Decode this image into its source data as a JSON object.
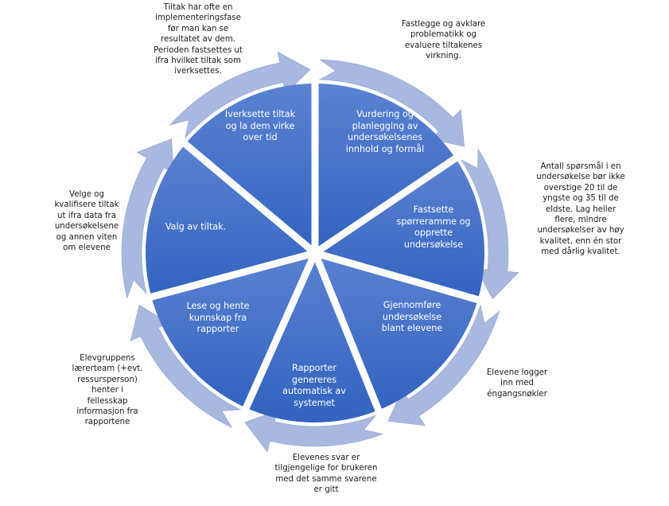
{
  "diagram": {
    "colors": {
      "segment_fill_top": "#5b82d2",
      "segment_fill_bottom": "#3263bf",
      "ring_fill": "#a9b8de",
      "ring_fill_dark": "#8ea2d4",
      "separator": "#ffffff",
      "note_text": "#1a1a1a",
      "segment_text": "#ffffff"
    },
    "segments": [
      {
        "label": "Vurdering og\nplanlegging av\nundersøkelsenes\ninnhold og formål"
      },
      {
        "label": "Fastsette\nspørreramme og\nopprette\nundersøkelse"
      },
      {
        "label": "Gjennomføre\nundersøkelse\nblant elevene"
      },
      {
        "label": "Rapporter\ngenereres\nautomatisk av\nsystemet"
      },
      {
        "label": "Lese og hente\nkunnskap fra\nrapporter"
      },
      {
        "label": "Valg av tiltak."
      },
      {
        "label": "Iverksette tiltak\nog la dem virke\nover tid"
      }
    ],
    "notes": [
      {
        "text": "Fastlegge og avklare\nproblematikk og\nevaluere tiltakenes\nvirkning."
      },
      {
        "text": "Antall spørsmål i en\nundersøkelse bør ikke\noverstige 20 til de\nyngste og 35 til de\neldste. Lag heller\nflere, mindre\nundersøkelser av høy\nkvalitet, enn én stor\nmed dårlig kvalitet."
      },
      {
        "text": "Elevene logger\ninn med\néngangsnøkler"
      },
      {
        "text": "Elevenes svar er\ntilgjengelige for brukeren\nmed det samme svarene\ner gitt"
      },
      {
        "text": "Elevgruppens\nlærerteam (+evt.\nressursperson)\nhenter i\nfellesskap\ninformasjon fra\nrapportene"
      },
      {
        "text": "Velge og\nkvalifisere tiltak\nut ifra data fra\nundersøkelsene\nog annen viten\nom elevene"
      },
      {
        "text": "Tiltak har ofte en\nimplementeringsfase\nfør man kan se\nresultatet av dem.\nPerioden fastsettes ut\nifra hvilket tiltak som\niverksettes."
      }
    ]
  }
}
